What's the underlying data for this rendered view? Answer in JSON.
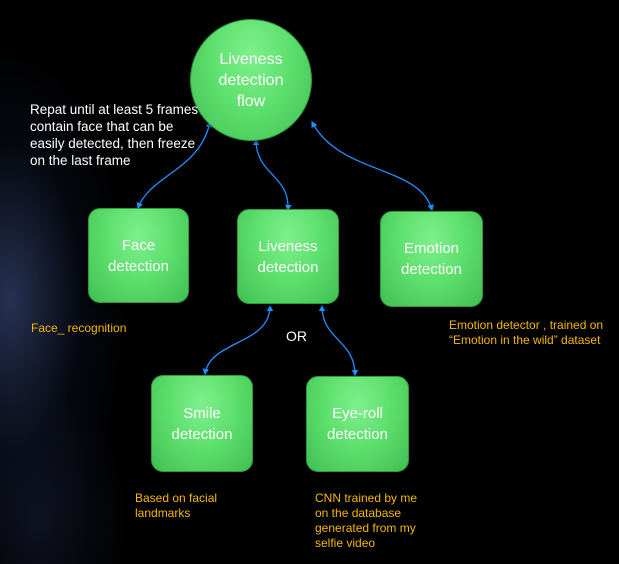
{
  "nodes": {
    "root": "Liveness detection flow",
    "face": "Face detection",
    "liveness": "Liveness detection",
    "emotion": "Emotion detection",
    "smile": "Smile detection",
    "eyeroll": "Eye-roll detection"
  },
  "notes": {
    "repeat": "Repat until at least 5 frames contain face that can be easily detected, then freeze on the last frame",
    "face_recognition": "Face_ recognition",
    "emotion_detector": "Emotion detector , trained on “Emotion in the wild” dataset",
    "or": "OR",
    "smile_note": "Based on facial landmarks",
    "eyeroll_note": "CNN trained by me on the database generated from my selfie video"
  },
  "colors": {
    "node_fill": "#5ee06e",
    "connector": "#1f8fff",
    "note_text": "#f5b800"
  }
}
